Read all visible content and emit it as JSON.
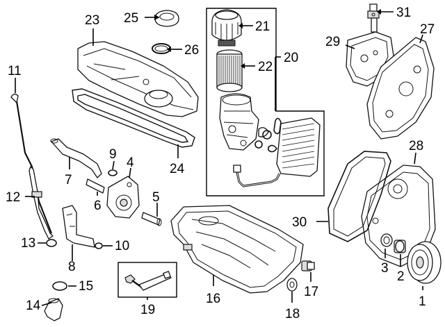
{
  "callouts": {
    "c1": "1",
    "c2": "2",
    "c3": "3",
    "c4": "4",
    "c5": "5",
    "c6": "6",
    "c7": "7",
    "c8": "8",
    "c9": "9",
    "c10": "10",
    "c11": "11",
    "c12": "12",
    "c13": "13",
    "c14": "14",
    "c15": "15",
    "c16": "16",
    "c17": "17",
    "c18": "18",
    "c19": "19",
    "c20": "20",
    "c21": "21",
    "c22": "22",
    "c23": "23",
    "c24": "24",
    "c25": "25",
    "c26": "26",
    "c27": "27",
    "c28": "28",
    "c29": "29",
    "c30": "30",
    "c31": "31"
  },
  "colors": {
    "line": "#111111",
    "background": "#ffffff",
    "shade": "#dcdcdc"
  }
}
